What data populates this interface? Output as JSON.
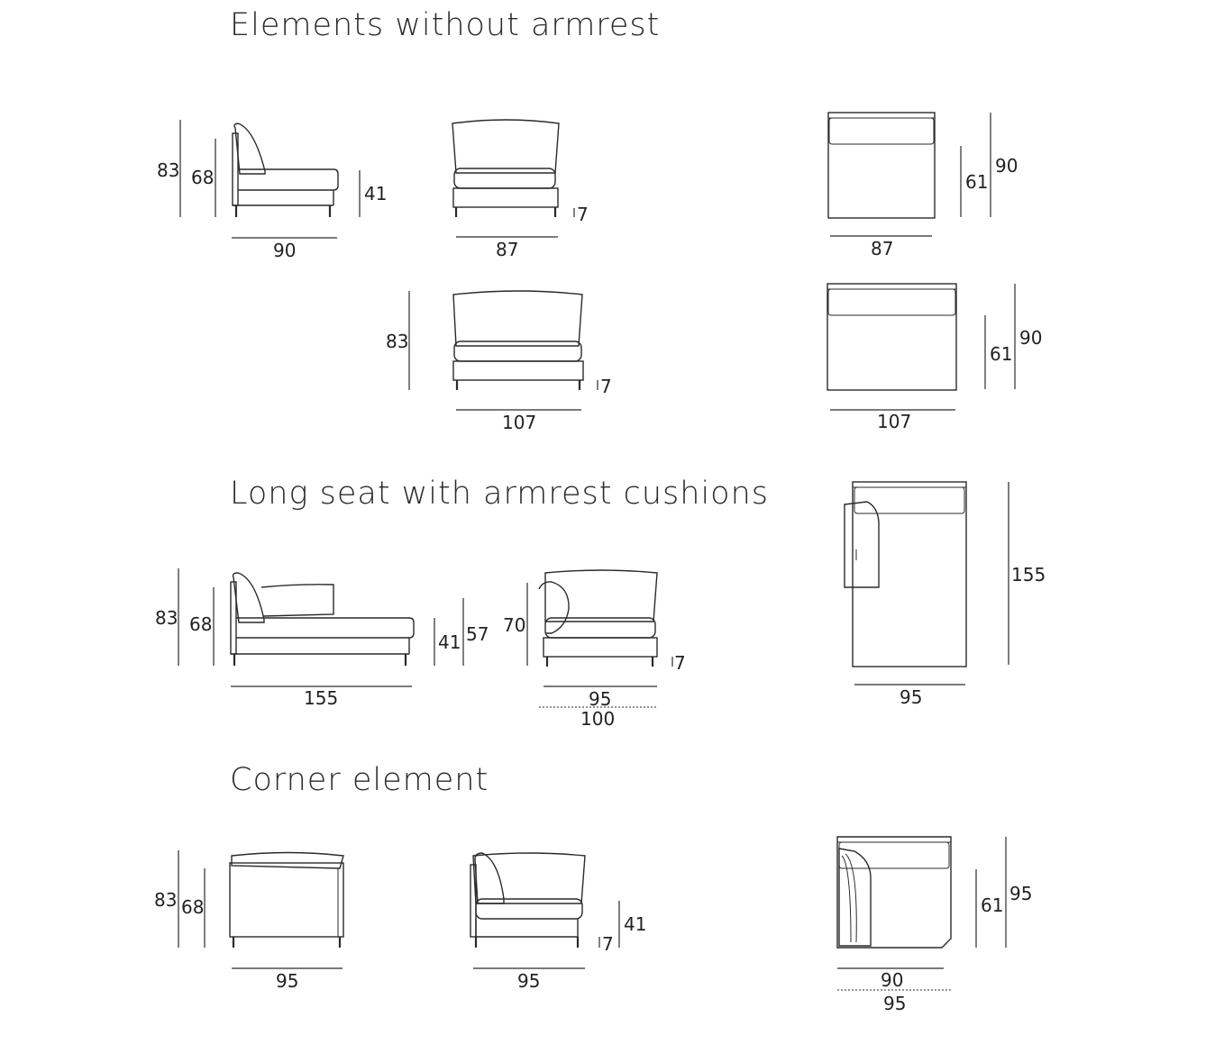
{
  "sections": [
    {
      "title": "Elements without armrest"
    },
    {
      "title": "Long seat with armrest cushions"
    },
    {
      "title": "Corner element"
    }
  ],
  "dimensions": {
    "s1_side_h_total": "83",
    "s1_side_h_back": "68",
    "s1_side_h_seat": "41",
    "s1_side_w": "90",
    "s1_front87_w": "87",
    "s1_front87_leg": "7",
    "s1_top87_w": "87",
    "s1_top87_h_seat": "61",
    "s1_top87_h_total": "90",
    "s1_front107_h": "83",
    "s1_front107_w": "107",
    "s1_front107_leg": "7",
    "s1_top107_w": "107",
    "s1_top107_h_seat": "61",
    "s1_top107_h_total": "90",
    "s2_side_h_total": "83",
    "s2_side_h_back": "68",
    "s2_side_h_seat": "41",
    "s2_side_h_arm": "57",
    "s2_side_w": "155",
    "s2_front_h": "70",
    "s2_front_leg": "7",
    "s2_front_w_inner": "95",
    "s2_front_w_outer": "100",
    "s2_top_h": "155",
    "s2_top_w": "95",
    "s3_side_h_total": "83",
    "s3_side_h_back": "68",
    "s3_side_w": "95",
    "s3_front_w": "95",
    "s3_front_leg": "7",
    "s3_front_h_seat": "41",
    "s3_top_h_seat": "61",
    "s3_top_h_total": "95",
    "s3_top_w_inner": "90",
    "s3_top_w_outer": "95"
  }
}
